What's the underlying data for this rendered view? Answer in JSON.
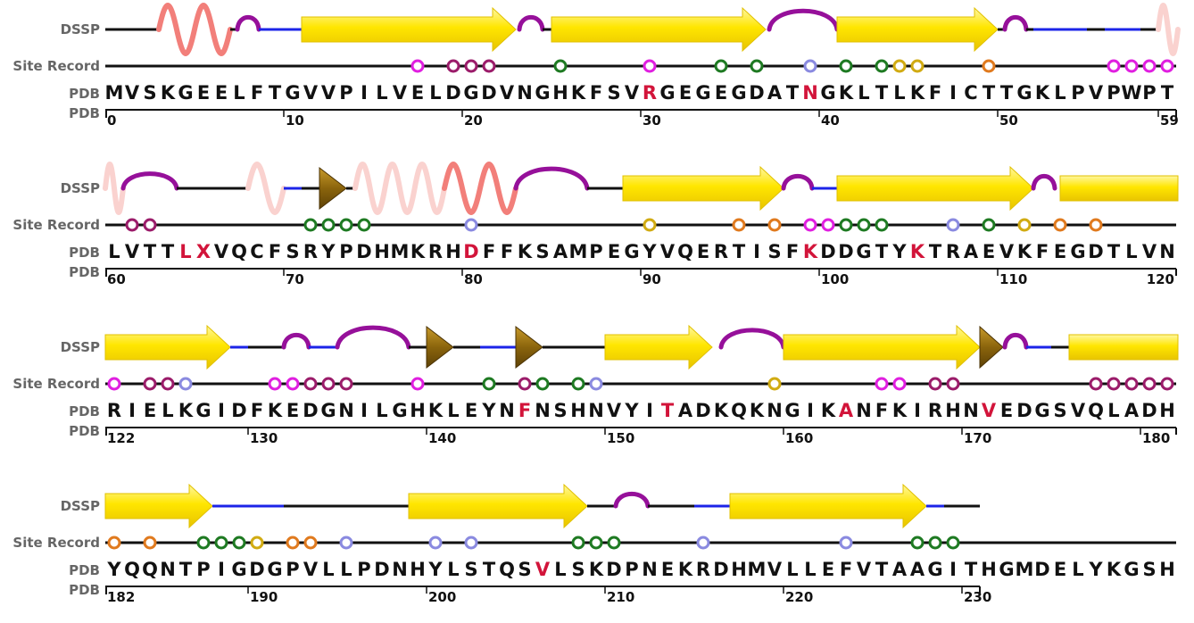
{
  "track_labels": {
    "dssp": "DSSP",
    "site": "Site Record",
    "pdb_seq": "PDB",
    "pdb_num": "PDB"
  },
  "colors": {
    "strand": "#ffe600",
    "strand_edge": "#e0c000",
    "helix": "#f27f7a",
    "helix_faded": "#fad2cf",
    "turn": "#96109a",
    "bend": "#1c24e8",
    "coil": "#111111",
    "bridge": "#9a7410",
    "highlight": "#d2143a",
    "site_magenta": "#e01fe0",
    "site_maroon": "#9b1c6a",
    "site_green": "#1e7a22",
    "site_lavender": "#8a8ae0",
    "site_orange": "#e07a1e",
    "site_gold": "#d1ab12"
  },
  "rows": [
    {
      "sequence": "MVSKGEELFTGVVPILVELDGDVNGHKFSVRGEGEGDATNGKLTLKFICTTGKLPVPWPT",
      "start": 0,
      "length": 60,
      "highlights": [
        30,
        39
      ],
      "ticks": [
        "0",
        "10",
        "20",
        "30",
        "40",
        "50",
        "59"
      ],
      "dssp": [
        {
          "t": "coil",
          "s": 0,
          "e": 3
        },
        {
          "t": "helix",
          "s": 3,
          "e": 7
        },
        {
          "t": "coil",
          "s": 7,
          "e": 7.4
        },
        {
          "t": "turn",
          "s": 7.4,
          "e": 8.6
        },
        {
          "t": "bend",
          "s": 8.6,
          "e": 11
        },
        {
          "t": "strand",
          "s": 11,
          "e": 23
        },
        {
          "t": "turn",
          "s": 23.2,
          "e": 24.5
        },
        {
          "t": "coil",
          "s": 24.5,
          "e": 25
        },
        {
          "t": "strand",
          "s": 25,
          "e": 37
        },
        {
          "t": "turn",
          "s": 37.2,
          "e": 41
        },
        {
          "t": "strand",
          "s": 41,
          "e": 50
        },
        {
          "t": "coil",
          "s": 50,
          "e": 50.4
        },
        {
          "t": "turn",
          "s": 50.4,
          "e": 51.6
        },
        {
          "t": "coil",
          "s": 51.6,
          "e": 52
        },
        {
          "t": "bend",
          "s": 52,
          "e": 55
        },
        {
          "t": "coil",
          "s": 55,
          "e": 56
        },
        {
          "t": "bend",
          "s": 56,
          "e": 58
        },
        {
          "t": "coil",
          "s": 58,
          "e": 59
        },
        {
          "t": "helix_faded",
          "s": 59,
          "e": 60.3
        }
      ],
      "sites": [
        {
          "i": 17,
          "c": "site_magenta"
        },
        {
          "i": 19,
          "c": "site_maroon"
        },
        {
          "i": 20,
          "c": "site_maroon"
        },
        {
          "i": 21,
          "c": "site_maroon"
        },
        {
          "i": 25,
          "c": "site_green"
        },
        {
          "i": 30,
          "c": "site_magenta"
        },
        {
          "i": 34,
          "c": "site_green"
        },
        {
          "i": 36,
          "c": "site_green"
        },
        {
          "i": 39,
          "c": "site_lavender"
        },
        {
          "i": 41,
          "c": "site_green"
        },
        {
          "i": 43,
          "c": "site_green"
        },
        {
          "i": 44,
          "c": "site_gold"
        },
        {
          "i": 45,
          "c": "site_gold"
        },
        {
          "i": 49,
          "c": "site_orange"
        },
        {
          "i": 56,
          "c": "site_magenta"
        },
        {
          "i": 57,
          "c": "site_magenta"
        },
        {
          "i": 58,
          "c": "site_magenta"
        },
        {
          "i": 59,
          "c": "site_magenta"
        }
      ]
    },
    {
      "sequence": "LVTTLXVQCFSRYPDHMKRHDFFKSAMPEGYVQERTISFKDDGTYKTRAEVKFEGDTLVN",
      "start": 60,
      "length": 60,
      "highlights": [
        64,
        65,
        80,
        99,
        105
      ],
      "ticks": [
        "60",
        "70",
        "80",
        "90",
        "100",
        "110",
        "120"
      ],
      "dssp": [
        {
          "t": "helix_faded",
          "s": 60,
          "e": 61
        },
        {
          "t": "turn",
          "s": 61,
          "e": 64
        },
        {
          "t": "coil",
          "s": 64,
          "e": 68
        },
        {
          "t": "helix_faded",
          "s": 68,
          "e": 70
        },
        {
          "t": "bend",
          "s": 70,
          "e": 71
        },
        {
          "t": "coil",
          "s": 71,
          "e": 72
        },
        {
          "t": "bridge",
          "s": 72,
          "e": 73.5
        },
        {
          "t": "coil",
          "s": 73.5,
          "e": 74
        },
        {
          "t": "helix_faded",
          "s": 74,
          "e": 79
        },
        {
          "t": "helix",
          "s": 79,
          "e": 83
        },
        {
          "t": "turn",
          "s": 83,
          "e": 87
        },
        {
          "t": "coil",
          "s": 87,
          "e": 89
        },
        {
          "t": "strand",
          "s": 89,
          "e": 98
        },
        {
          "t": "turn",
          "s": 98,
          "e": 99.6
        },
        {
          "t": "bend",
          "s": 99.6,
          "e": 101
        },
        {
          "t": "strand",
          "s": 101,
          "e": 112
        },
        {
          "t": "turn",
          "s": 112,
          "e": 113.2
        },
        {
          "t": "strand_bar",
          "s": 113.5,
          "e": 120.3
        }
      ],
      "sites": [
        {
          "i": 61,
          "c": "site_maroon"
        },
        {
          "i": 62,
          "c": "site_maroon"
        },
        {
          "i": 71,
          "c": "site_green"
        },
        {
          "i": 72,
          "c": "site_green"
        },
        {
          "i": 73,
          "c": "site_green"
        },
        {
          "i": 74,
          "c": "site_green"
        },
        {
          "i": 80,
          "c": "site_lavender"
        },
        {
          "i": 90,
          "c": "site_gold"
        },
        {
          "i": 95,
          "c": "site_orange"
        },
        {
          "i": 97,
          "c": "site_orange"
        },
        {
          "i": 99,
          "c": "site_magenta"
        },
        {
          "i": 100,
          "c": "site_magenta"
        },
        {
          "i": 101,
          "c": "site_green"
        },
        {
          "i": 102,
          "c": "site_green"
        },
        {
          "i": 103,
          "c": "site_green"
        },
        {
          "i": 107,
          "c": "site_lavender"
        },
        {
          "i": 109,
          "c": "site_green"
        },
        {
          "i": 111,
          "c": "site_gold"
        },
        {
          "i": 113,
          "c": "site_orange"
        },
        {
          "i": 115,
          "c": "site_orange"
        }
      ]
    },
    {
      "sequence": "RIELKGIDFKEDGNILGHKLEYNFNSHNVYITADKQKNGIKANFKIRHNVEDGSVQLADH",
      "start": 122,
      "length": 60,
      "highlights": [
        145,
        153,
        163,
        171
      ],
      "ticks": [
        "122",
        "130",
        "140",
        "150",
        "160",
        "170",
        "180"
      ],
      "dssp": [
        {
          "t": "strand",
          "s": 122,
          "e": 129
        },
        {
          "t": "bend",
          "s": 129,
          "e": 130
        },
        {
          "t": "coil",
          "s": 130,
          "e": 132
        },
        {
          "t": "turn",
          "s": 132,
          "e": 133.4
        },
        {
          "t": "bend",
          "s": 133.4,
          "e": 135
        },
        {
          "t": "turn",
          "s": 135,
          "e": 139
        },
        {
          "t": "coil",
          "s": 139,
          "e": 140
        },
        {
          "t": "bridge",
          "s": 140,
          "e": 141.5
        },
        {
          "t": "coil",
          "s": 141.5,
          "e": 143
        },
        {
          "t": "bend",
          "s": 143,
          "e": 145
        },
        {
          "t": "bridge",
          "s": 145,
          "e": 146.5
        },
        {
          "t": "coil",
          "s": 146.5,
          "e": 150
        },
        {
          "t": "strand",
          "s": 150,
          "e": 156
        },
        {
          "t": "turn",
          "s": 156.5,
          "e": 160
        },
        {
          "t": "strand",
          "s": 160,
          "e": 171
        },
        {
          "t": "bridge",
          "s": 171,
          "e": 172.3
        },
        {
          "t": "turn",
          "s": 172.4,
          "e": 173.6
        },
        {
          "t": "bend",
          "s": 173.6,
          "e": 175
        },
        {
          "t": "coil",
          "s": 175,
          "e": 176
        },
        {
          "t": "strand_bar",
          "s": 176,
          "e": 182.3
        }
      ],
      "sites": [
        {
          "i": 122,
          "c": "site_magenta"
        },
        {
          "i": 124,
          "c": "site_maroon"
        },
        {
          "i": 125,
          "c": "site_maroon"
        },
        {
          "i": 126,
          "c": "site_lavender"
        },
        {
          "i": 131,
          "c": "site_magenta"
        },
        {
          "i": 132,
          "c": "site_magenta"
        },
        {
          "i": 133,
          "c": "site_maroon"
        },
        {
          "i": 134,
          "c": "site_maroon"
        },
        {
          "i": 135,
          "c": "site_maroon"
        },
        {
          "i": 139,
          "c": "site_magenta"
        },
        {
          "i": 143,
          "c": "site_green"
        },
        {
          "i": 145,
          "c": "site_maroon"
        },
        {
          "i": 146,
          "c": "site_green"
        },
        {
          "i": 148,
          "c": "site_green"
        },
        {
          "i": 149,
          "c": "site_lavender"
        },
        {
          "i": 159,
          "c": "site_gold"
        },
        {
          "i": 165,
          "c": "site_magenta"
        },
        {
          "i": 166,
          "c": "site_magenta"
        },
        {
          "i": 168,
          "c": "site_maroon"
        },
        {
          "i": 169,
          "c": "site_maroon"
        },
        {
          "i": 177,
          "c": "site_maroon"
        },
        {
          "i": 178,
          "c": "site_maroon"
        },
        {
          "i": 179,
          "c": "site_maroon"
        },
        {
          "i": 180,
          "c": "site_maroon"
        },
        {
          "i": 181,
          "c": "site_maroon"
        }
      ]
    },
    {
      "sequence": "YQQNTPIGDGPVLLPDNHYLSTQSVLSKDPNEKRDHMVLLEFVTAAGITHGMDELYKGSH",
      "start": 182,
      "length": 60,
      "highlights": [
        206
      ],
      "ticks": [
        "182",
        "190",
        "200",
        "210",
        "220",
        "230"
      ],
      "dssp": [
        {
          "t": "strand",
          "s": 182,
          "e": 188
        },
        {
          "t": "bend",
          "s": 188,
          "e": 192
        },
        {
          "t": "coil",
          "s": 192,
          "e": 199
        },
        {
          "t": "strand",
          "s": 199,
          "e": 209
        },
        {
          "t": "coil",
          "s": 209,
          "e": 210.6
        },
        {
          "t": "turn",
          "s": 210.6,
          "e": 212.4
        },
        {
          "t": "coil",
          "s": 212.4,
          "e": 215
        },
        {
          "t": "bend",
          "s": 215,
          "e": 217
        },
        {
          "t": "strand",
          "s": 217,
          "e": 228
        },
        {
          "t": "bend",
          "s": 228,
          "e": 229
        },
        {
          "t": "coil",
          "s": 229,
          "e": 231
        }
      ],
      "sites": [
        {
          "i": 182,
          "c": "site_orange"
        },
        {
          "i": 184,
          "c": "site_orange"
        },
        {
          "i": 187,
          "c": "site_green"
        },
        {
          "i": 188,
          "c": "site_green"
        },
        {
          "i": 189,
          "c": "site_green"
        },
        {
          "i": 190,
          "c": "site_gold"
        },
        {
          "i": 192,
          "c": "site_orange"
        },
        {
          "i": 193,
          "c": "site_orange"
        },
        {
          "i": 195,
          "c": "site_lavender"
        },
        {
          "i": 200,
          "c": "site_lavender"
        },
        {
          "i": 202,
          "c": "site_lavender"
        },
        {
          "i": 208,
          "c": "site_green"
        },
        {
          "i": 209,
          "c": "site_green"
        },
        {
          "i": 210,
          "c": "site_green"
        },
        {
          "i": 215,
          "c": "site_lavender"
        },
        {
          "i": 223,
          "c": "site_lavender"
        },
        {
          "i": 227,
          "c": "site_green"
        },
        {
          "i": 228,
          "c": "site_green"
        },
        {
          "i": 229,
          "c": "site_green"
        }
      ]
    }
  ]
}
